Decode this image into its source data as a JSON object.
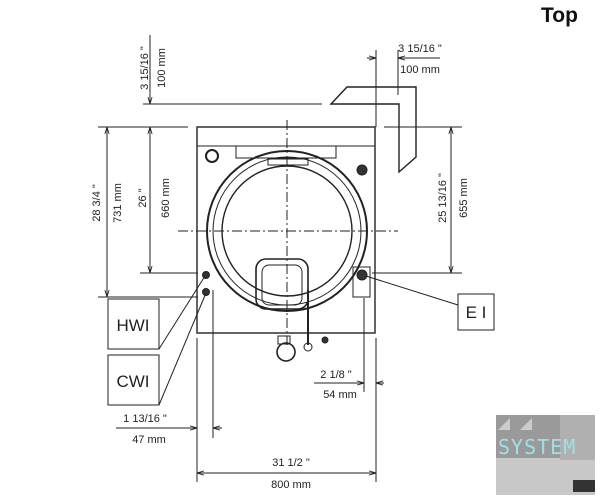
{
  "view_title": "Top",
  "dimensions": {
    "top_clearance_in": "3 15/16 \"",
    "top_clearance_mm": "100 mm",
    "right_clearance_in": "3 15/16 \"",
    "right_clearance_mm": "100 mm",
    "overall_depth_in": "28 3/4 \"",
    "overall_depth_mm": "731 mm",
    "body_depth_in": "26 \"",
    "body_depth_mm": "660 mm",
    "ei_depth_in": "25 13/16 \"",
    "ei_depth_mm": "655 mm",
    "ei_offset_in": "2 1/8 \"",
    "ei_offset_mm": "54 mm",
    "water_offset_in": "1 13/16 \"",
    "water_offset_mm": "47 mm",
    "width_in": "31 1/2 \"",
    "width_mm": "800 mm"
  },
  "callouts": {
    "hot_water_inlet": "HWI",
    "cold_water_inlet": "CWI",
    "electrical_inlet": "E I"
  },
  "logo": {
    "text": "SYSTEM"
  }
}
